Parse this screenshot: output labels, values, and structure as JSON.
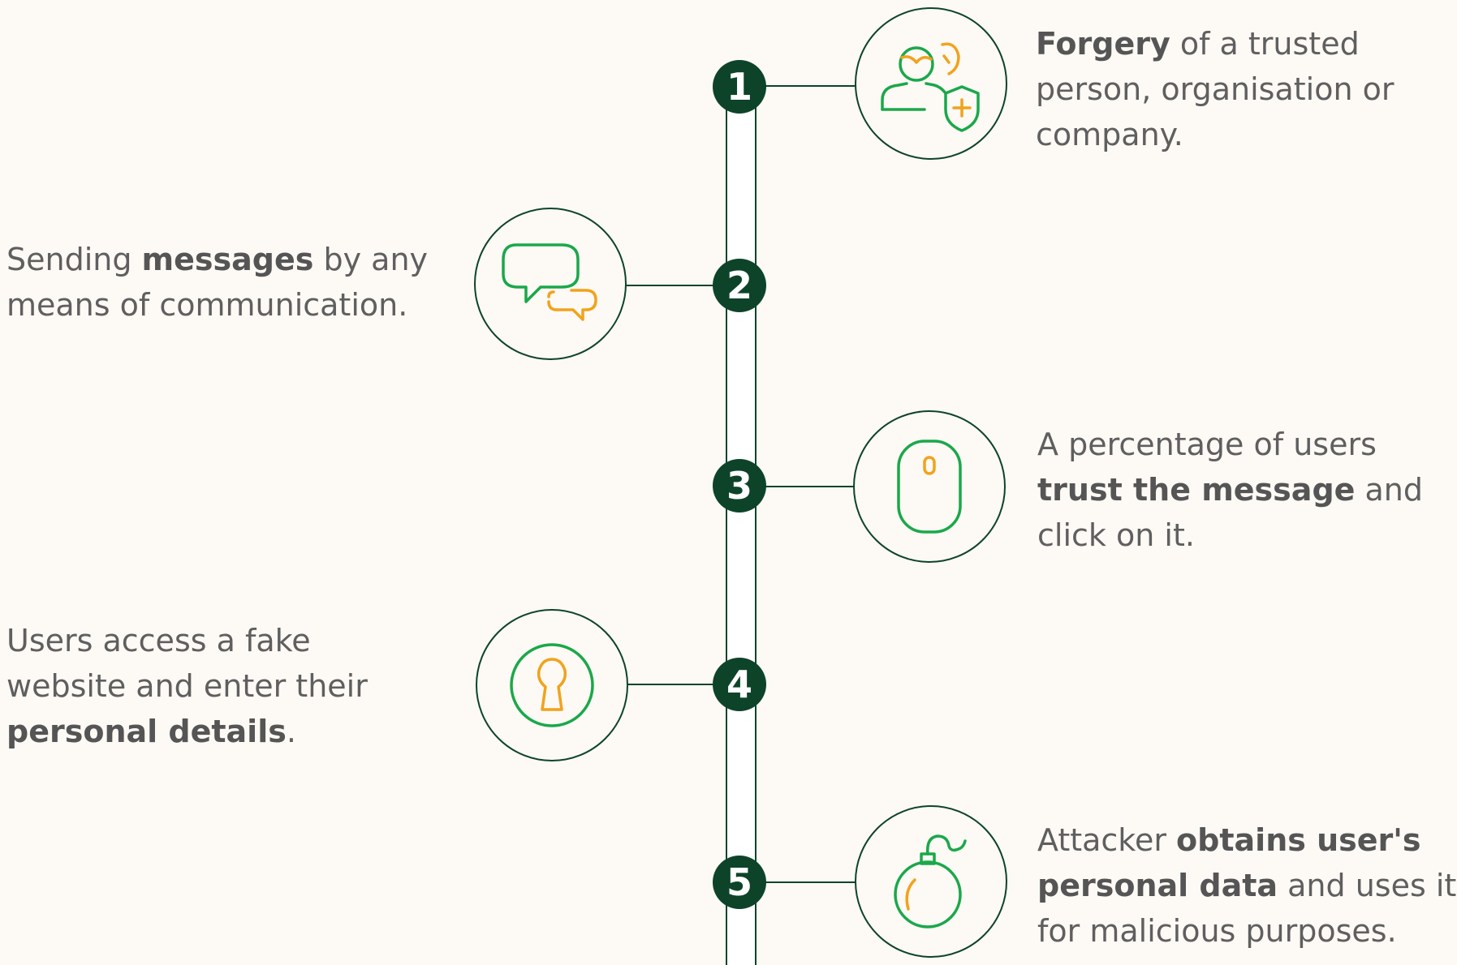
{
  "steps": [
    {
      "number": "1",
      "icon": "impersonation-icon",
      "lines": [
        [
          {
            "text": "Forgery",
            "bold": true
          },
          {
            "text": " of a trusted",
            "bold": false
          }
        ],
        [
          {
            "text": "person, organisation or",
            "bold": false
          }
        ],
        [
          {
            "text": "company.",
            "bold": false
          }
        ]
      ]
    },
    {
      "number": "2",
      "icon": "chat-bubbles-icon",
      "lines": [
        [
          {
            "text": "Sending ",
            "bold": false
          },
          {
            "text": "messages",
            "bold": true
          },
          {
            "text": " by any",
            "bold": false
          }
        ],
        [
          {
            "text": "means of communication.",
            "bold": false
          }
        ]
      ]
    },
    {
      "number": "3",
      "icon": "mouse-icon",
      "lines": [
        [
          {
            "text": "A percentage of users",
            "bold": false
          }
        ],
        [
          {
            "text": "trust the message",
            "bold": true
          },
          {
            "text": " and",
            "bold": false
          }
        ],
        [
          {
            "text": "click on it.",
            "bold": false
          }
        ]
      ]
    },
    {
      "number": "4",
      "icon": "keyhole-icon",
      "lines": [
        [
          {
            "text": "Users access a fake",
            "bold": false
          }
        ],
        [
          {
            "text": "website and enter their",
            "bold": false
          }
        ],
        [
          {
            "text": "personal details",
            "bold": true
          },
          {
            "text": ".",
            "bold": false
          }
        ]
      ]
    },
    {
      "number": "5",
      "icon": "bomb-icon",
      "lines": [
        [
          {
            "text": "Attacker ",
            "bold": false
          },
          {
            "text": "obtains user's",
            "bold": true
          }
        ],
        [
          {
            "text": "personal data",
            "bold": true
          },
          {
            "text": " and uses it",
            "bold": false
          }
        ],
        [
          {
            "text": "for malicious purposes.",
            "bold": false
          }
        ]
      ]
    }
  ],
  "colors": {
    "background": "#fdf9f5",
    "dark_green": "#0d4429",
    "icon_green": "#1aa84a",
    "icon_orange": "#f0a31c",
    "text": "#5f5f5f"
  }
}
